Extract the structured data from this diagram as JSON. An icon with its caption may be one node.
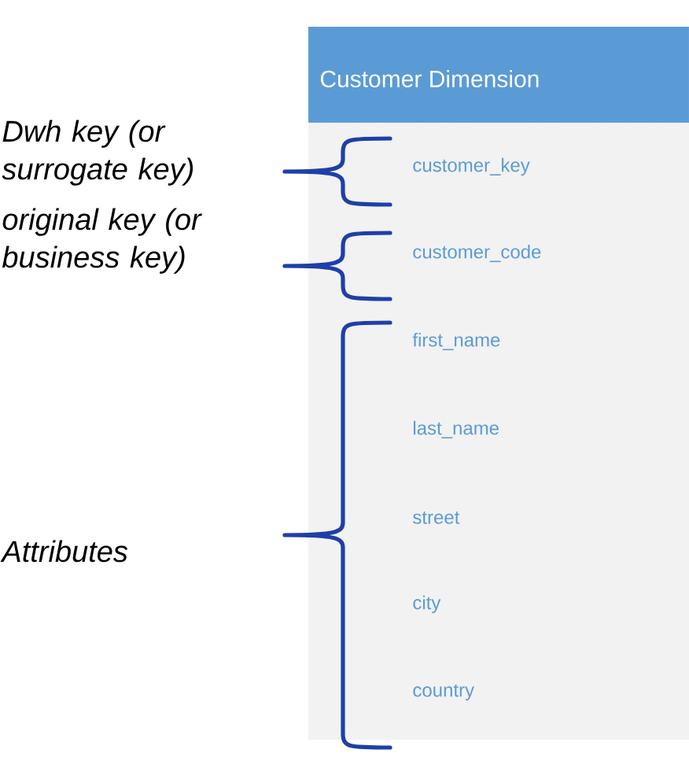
{
  "diagram": {
    "nodes": [
      {
        "text": [
          "Customer Dimension"
        ]
      },
      {
        "text": [
          "customer_key"
        ],
        "in": 0
      },
      {
        "text": [
          "customer_code"
        ],
        "in": 0
      },
      {
        "text": [
          "first_name"
        ],
        "in": 0
      },
      {
        "text": [
          "last_name"
        ],
        "in": 0
      },
      {
        "text": [
          "street"
        ],
        "in": 0
      },
      {
        "text": [
          "city"
        ],
        "in": 0
      },
      {
        "text": [
          "country"
        ],
        "in": 0
      }
    ],
    "labels": [
      "Dwh key (or surrogate key)",
      "original key (or business key)",
      "Attributes"
    ]
  }
}
